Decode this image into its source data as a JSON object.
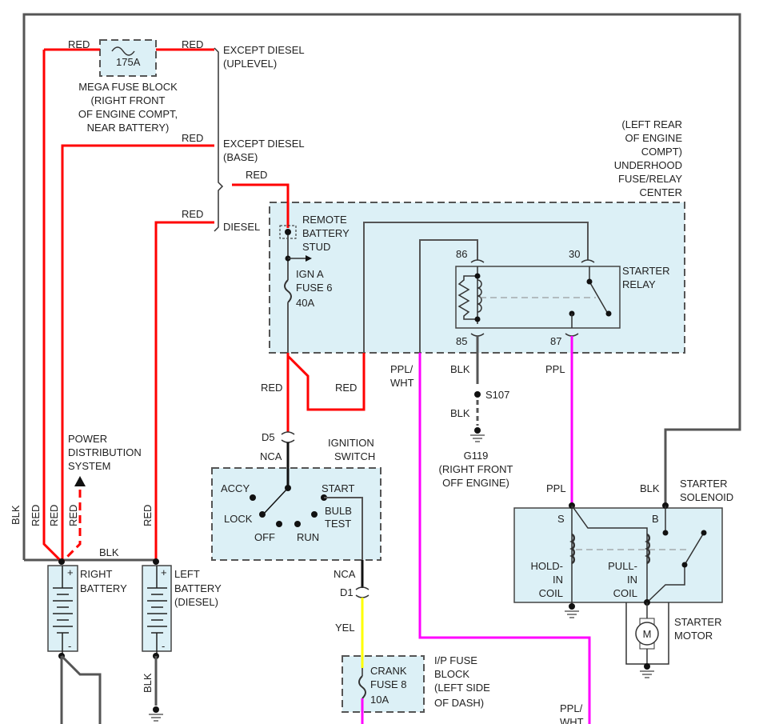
{
  "wires": {
    "red": "RED",
    "blk": "BLK",
    "ppl": "PPL",
    "ppl_wht": [
      "PPL/",
      "WHT"
    ],
    "yel": "YEL",
    "nca": "NCA"
  },
  "colors": {
    "red": "#ff0000",
    "blk": "#555555",
    "ppl": "#ff00ff",
    "yel": "#ffff00",
    "box": "#dcf0f6"
  },
  "mega_fuse": {
    "rating": "175A",
    "label": [
      "MEGA FUSE BLOCK",
      "(RIGHT FRONT",
      "OF ENGINE COMPT,",
      "NEAR BATTERY)"
    ]
  },
  "feeds": {
    "uplevel": [
      "EXCEPT DIESEL",
      "(UPLEVEL)"
    ],
    "base": [
      "EXCEPT DIESEL",
      "(BASE)"
    ],
    "diesel": "DIESEL"
  },
  "underhood": {
    "label": [
      "(LEFT REAR",
      "OF ENGINE",
      "COMPT)",
      "UNDERHOOD",
      "FUSE/RELAY",
      "CENTER"
    ],
    "stud": [
      "REMOTE",
      "BATTERY",
      "STUD"
    ],
    "fuse": [
      "IGN A",
      "FUSE 6",
      "40A"
    ]
  },
  "relay": {
    "label": [
      "STARTER",
      "RELAY"
    ],
    "pins": {
      "p86": "86",
      "p30": "30",
      "p85": "85",
      "p87": "87"
    }
  },
  "splice": "S107",
  "ground": {
    "id": "G119",
    "label": [
      "(RIGHT FRONT",
      "OFF ENGINE)"
    ]
  },
  "connectors": {
    "d5": "D5",
    "d1": "D1"
  },
  "power_dist": [
    "POWER",
    "DISTRIBUTION",
    "SYSTEM"
  ],
  "ignition": {
    "label": [
      "IGNITION",
      "SWITCH"
    ],
    "positions": {
      "accy": "ACCY",
      "lock": "LOCK",
      "off": "OFF",
      "run": "RUN",
      "start": "START",
      "bulb": [
        "BULB",
        "TEST"
      ]
    }
  },
  "crank_fuse": {
    "label": [
      "CRANK",
      "FUSE 8",
      "10A"
    ],
    "block": [
      "I/P FUSE",
      "BLOCK",
      "(LEFT SIDE",
      "OF DASH)"
    ]
  },
  "batteries": {
    "right": [
      "RIGHT",
      "BATTERY"
    ],
    "left": [
      "LEFT",
      "BATTERY",
      "(DIESEL)"
    ],
    "plus": "+",
    "minus": "-"
  },
  "solenoid": {
    "label": [
      "STARTER",
      "SOLENOID"
    ],
    "s": "S",
    "b": "B",
    "hold": [
      "HOLD-",
      "IN",
      "COIL"
    ],
    "pull": [
      "PULL-",
      "IN",
      "COIL"
    ]
  },
  "motor": {
    "label": [
      "STARTER",
      "MOTOR"
    ],
    "symbol": "M"
  }
}
